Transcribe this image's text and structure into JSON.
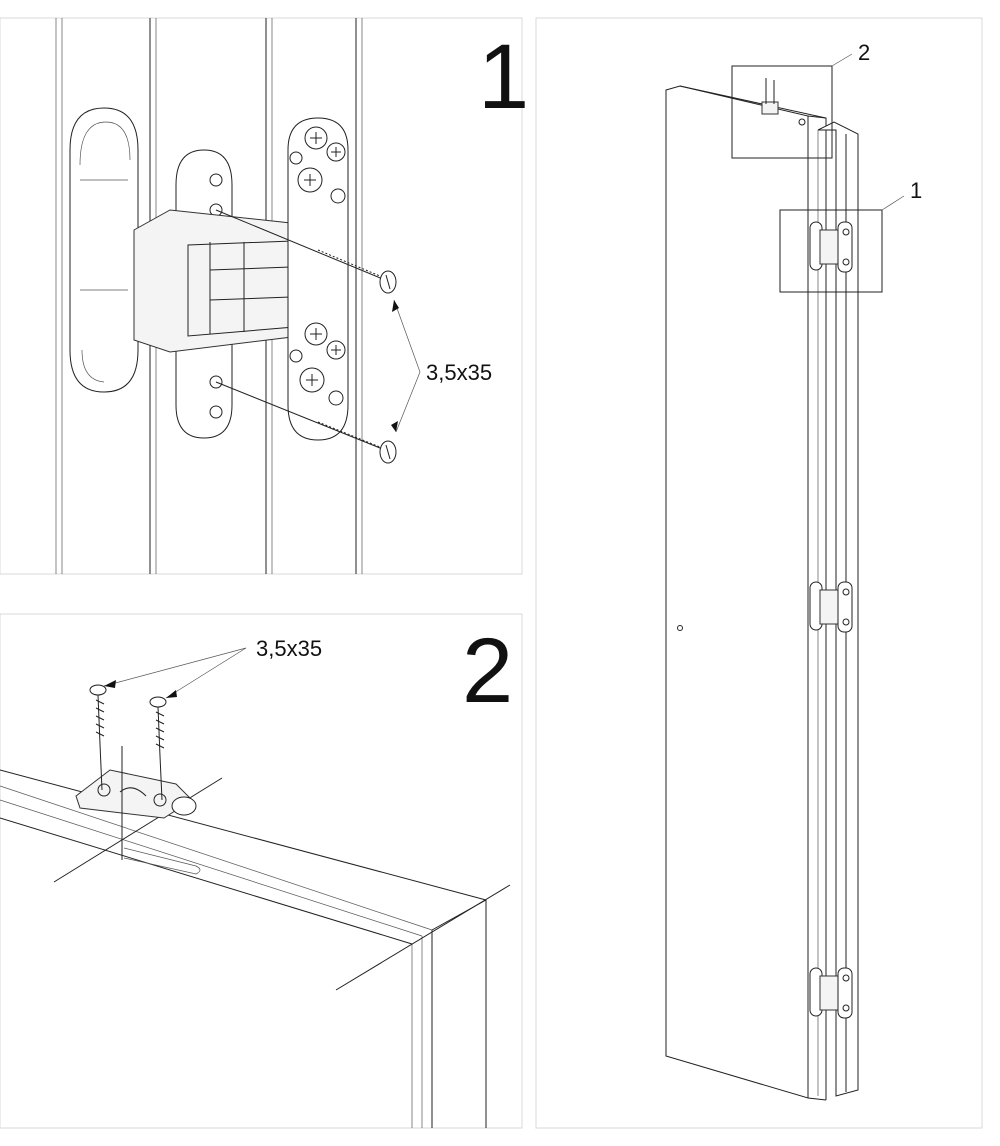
{
  "panel1": {
    "step": "1",
    "screw_label": "3,5x35"
  },
  "panel2": {
    "step": "2",
    "screw_label": "3,5x35"
  },
  "overview": {
    "callout_1": "1",
    "callout_2": "2"
  }
}
